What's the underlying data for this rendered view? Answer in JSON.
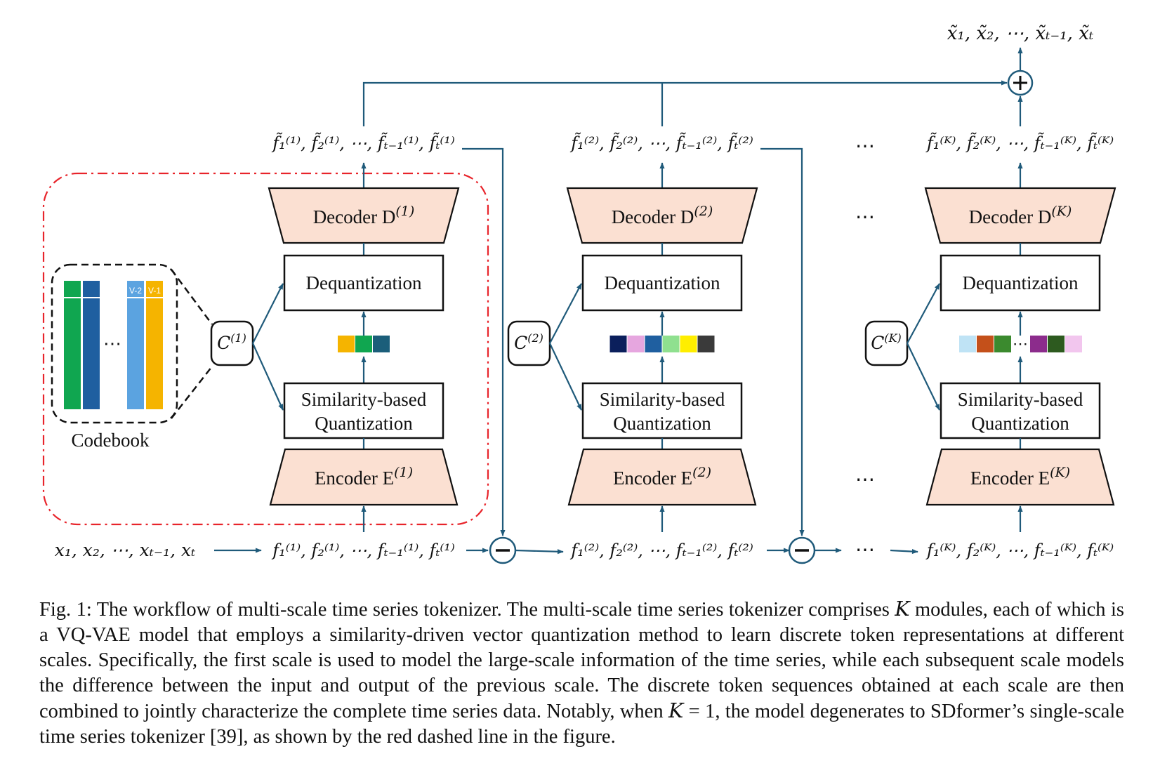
{
  "figure": {
    "colors": {
      "line": "#1f5a7a",
      "trapezoid_fill": "#fbe0d2",
      "red_dash": "#e8242b"
    },
    "output_label": "x̃₁, x̃₂, ⋯, x̃ₜ₋₁, x̃ₜ",
    "input_label": "x₁, x₂, ⋯, xₜ₋₁, xₜ",
    "ellipsis": "⋯",
    "modules": [
      {
        "scale": "1",
        "decoder_label": "Decoder D",
        "encoder_label": "Encoder E",
        "dequant_label": "Dequantization",
        "quant_label_1": "Similarity-based",
        "quant_label_2": "Quantization",
        "codebook_label": "C",
        "recon_label": "f̃₁⁽¹⁾, f̃₂⁽¹⁾, ⋯, f̃ₜ₋₁⁽¹⁾, f̃ₜ⁽¹⁾",
        "input_feat_label": "f₁⁽¹⁾, f₂⁽¹⁾, ⋯, fₜ₋₁⁽¹⁾, fₜ⁽¹⁾",
        "token_colors": [
          "#f5b400",
          "#10a650",
          "#1b5e7a"
        ]
      },
      {
        "scale": "2",
        "decoder_label": "Decoder D",
        "encoder_label": "Encoder E",
        "dequant_label": "Dequantization",
        "quant_label_1": "Similarity-based",
        "quant_label_2": "Quantization",
        "codebook_label": "C",
        "recon_label": "f̃₁⁽²⁾, f̃₂⁽²⁾, ⋯, f̃ₜ₋₁⁽²⁾, f̃ₜ⁽²⁾",
        "input_feat_label": "f₁⁽²⁾, f₂⁽²⁾, ⋯, fₜ₋₁⁽²⁾, fₜ⁽²⁾",
        "token_colors": [
          "#0b1f5c",
          "#e6a6df",
          "#1f5fa0",
          "#8fe08f",
          "#ffee00",
          "#3a3a3a"
        ]
      },
      {
        "scale": "K",
        "decoder_label": "Decoder D",
        "encoder_label": "Encoder E",
        "dequant_label": "Dequantization",
        "quant_label_1": "Similarity-based",
        "quant_label_2": "Quantization",
        "codebook_label": "C",
        "recon_label": "f̃₁⁽ᴷ⁾, f̃₂⁽ᴷ⁾, ⋯, f̃ₜ₋₁⁽ᴷ⁾, f̃ₜ⁽ᴷ⁾",
        "input_feat_label": "f₁⁽ᴷ⁾, f₂⁽ᴷ⁾, ⋯, fₜ₋₁⁽ᴷ⁾, fₜ⁽ᴷ⁾",
        "token_colors": [
          "#bfe3f5",
          "#c4501a",
          "#3b8a2e",
          "#8c2c8c",
          "#2d5a1f",
          "#f2c6ee"
        ]
      }
    ],
    "codebook": {
      "title": "Codebook",
      "vector_labels": [
        "V-2",
        "V-1"
      ],
      "vector_colors": [
        "#10a650",
        "#1f5fa0",
        "#5ba3e0",
        "#f5b400"
      ]
    }
  },
  "caption": {
    "prefix": "Fig. 1: The workflow of multi-scale time series tokenizer. The multi-scale time series tokenizer comprises ",
    "k1": "K",
    "part2": " modules, each of which is a VQ-VAE model that employs a similarity-driven vector quantization method to learn discrete token representations at different scales. Specifically, the first scale is used to model the large-scale information of the time series, while each subsequent scale models the difference between the input and output of the previous scale. The discrete token sequences obtained at each scale are then combined to jointly characterize the complete time series data. Notably, when ",
    "k2": "K",
    "eq": " = 1",
    "part3": ", the model degenerates to SDformer’s single-scale time series tokenizer [39], as shown by the red dashed line in the figure."
  }
}
